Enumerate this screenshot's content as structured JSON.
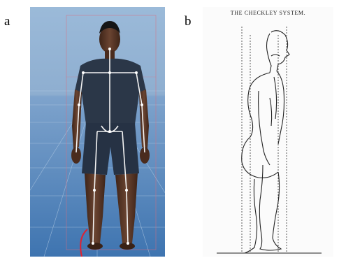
{
  "panel_a": {
    "label": "a"
  },
  "panel_b": {
    "label": "b",
    "title": "THE CHECKLEY SYSTEM."
  },
  "colors": {
    "backdrop_top": "#8fb1d3",
    "backdrop_bottom": "#4a7db0",
    "floor": "#3a6fb3",
    "skeleton": "#f2f2f2",
    "body": "#2a3646",
    "skin": "#5b3a2a",
    "rig_box": "#e05a6a",
    "marker_arc": "#e02030",
    "ink": "#222222"
  },
  "icons": [
    "3d-human-model-icon",
    "skeleton-rig-icon",
    "posture-sketch-icon"
  ]
}
